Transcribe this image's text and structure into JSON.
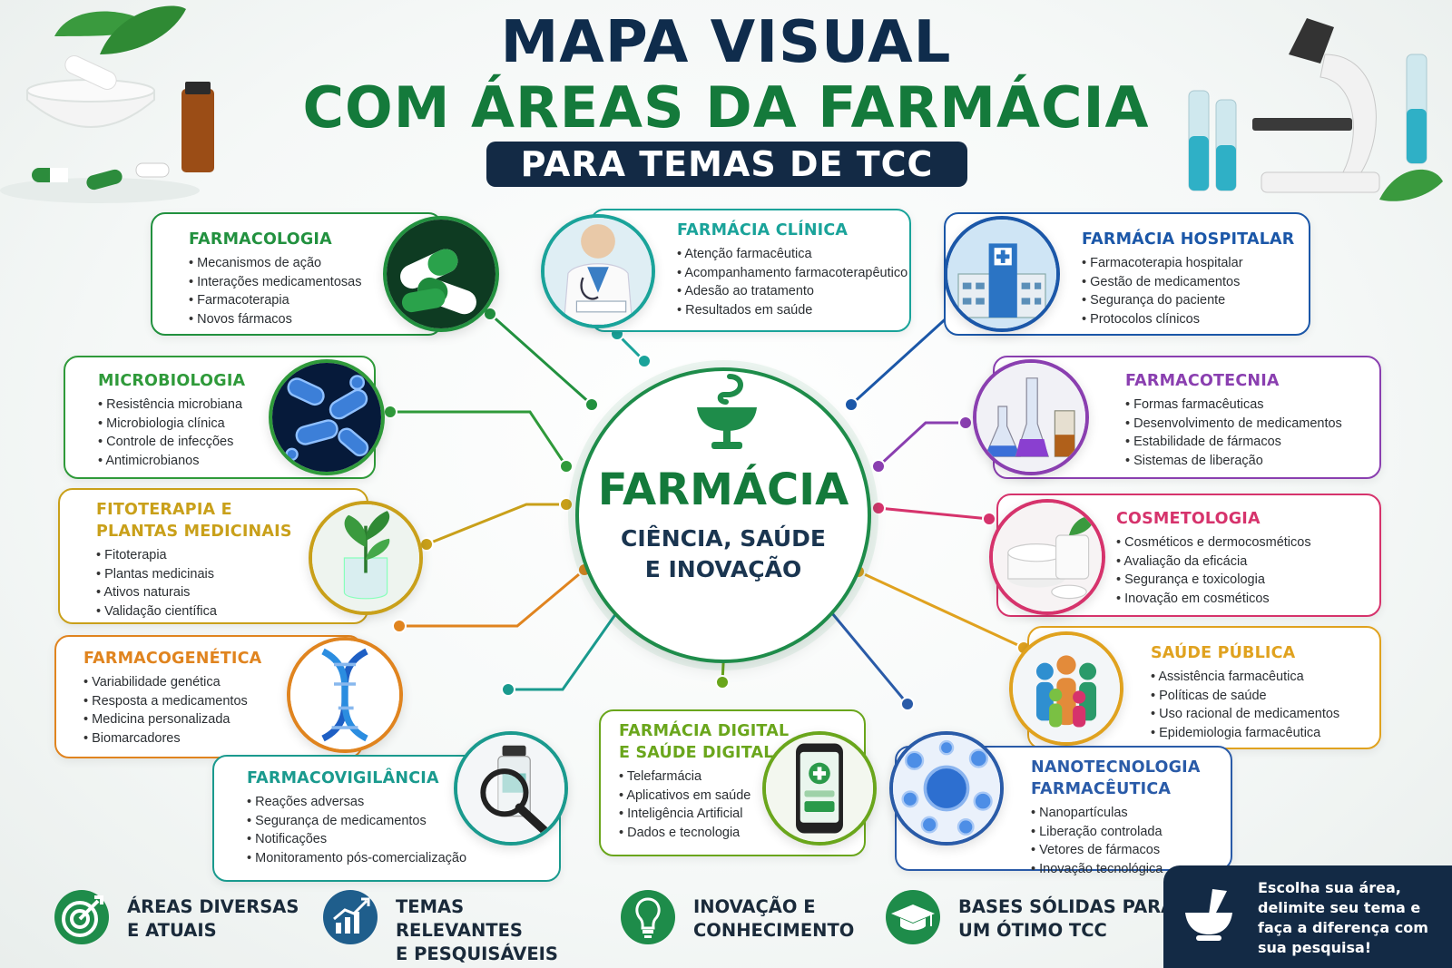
{
  "title_line1": "MAPA VISUAL",
  "title_line2": "COM ÁREAS DA FARMÁCIA",
  "subtitle": "PARA TEMAS DE TCC",
  "hub": {
    "title": "FARMÁCIA",
    "subtitle_line1": "CIÊNCIA, SAÚDE",
    "subtitle_line2": "E INOVAÇÃO"
  },
  "areas": [
    {
      "title": [
        "FARMACOLOGIA"
      ],
      "items": [
        "Mecanismos de ação",
        "Interações medicamentosas",
        "Farmacoterapia",
        "Novos fármacos"
      ],
      "color": "#22913f",
      "icon": "capsules-icon"
    },
    {
      "title": [
        "FARMÁCIA CLÍNICA"
      ],
      "items": [
        "Atenção farmacêutica",
        "Acompanhamento farmacoterapêutico",
        "Adesão ao tratamento",
        "Resultados em saúde"
      ],
      "color": "#1aa39a",
      "icon": "pharmacist-icon"
    },
    {
      "title": [
        "FARMÁCIA HOSPITALAR"
      ],
      "items": [
        "Farmacoterapia hospitalar",
        "Gestão de medicamentos",
        "Segurança do paciente",
        "Protocolos clínicos"
      ],
      "color": "#1b57a8",
      "icon": "hospital-icon"
    },
    {
      "title": [
        "MICROBIOLOGIA"
      ],
      "items": [
        "Resistência microbiana",
        "Microbiologia clínica",
        "Controle de infecções",
        "Antimicrobianos"
      ],
      "color": "#2f9a3a",
      "icon": "bacteria-icon"
    },
    {
      "title": [
        "FARMACOTECNIA"
      ],
      "items": [
        "Formas farmacêuticas",
        "Desenvolvimento de medicamentos",
        "Estabilidade de fármacos",
        "Sistemas de liberação"
      ],
      "color": "#8a3fb0",
      "icon": "flasks-icon"
    },
    {
      "title": [
        "FITOTERAPIA E",
        "PLANTAS MEDICINAIS"
      ],
      "items": [
        "Fitoterapia",
        "Plantas medicinais",
        "Ativos naturais",
        "Validação científica"
      ],
      "color": "#c9a01a",
      "icon": "plant-icon"
    },
    {
      "title": [
        "COSMETOLOGIA"
      ],
      "items": [
        "Cosméticos e dermocosméticos",
        "Avaliação da eficácia",
        "Segurança e toxicologia",
        "Inovação em cosméticos"
      ],
      "color": "#d6336c",
      "icon": "cosmetics-icon"
    },
    {
      "title": [
        "FARMACOGENÉTICA"
      ],
      "items": [
        "Variabilidade genética",
        "Resposta a medicamentos",
        "Medicina personalizada",
        "Biomarcadores"
      ],
      "color": "#e0841f",
      "icon": "dna-icon"
    },
    {
      "title": [
        "SAÚDE PÚBLICA"
      ],
      "items": [
        "Assistência farmacêutica",
        "Políticas de saúde",
        "Uso racional de medicamentos",
        "Epidemiologia farmacêutica"
      ],
      "color": "#e0a21f",
      "icon": "people-icon"
    },
    {
      "title": [
        "FARMACOVIGILÂNCIA"
      ],
      "items": [
        "Reações adversas",
        "Segurança de medicamentos",
        "Notificações",
        "Monitoramento pós-comercialização"
      ],
      "color": "#1a9a8e",
      "icon": "magnifier-vial-icon"
    },
    {
      "title": [
        "FARMÁCIA DIGITAL",
        "E SAÚDE DIGITAL"
      ],
      "items": [
        "Telefarmácia",
        "Aplicativos em saúde",
        "Inteligência Artificial",
        "Dados e tecnologia"
      ],
      "color": "#6aa61c",
      "icon": "smartphone-icon"
    },
    {
      "title": [
        "NANOTECNOLOGIA",
        "FARMACÊUTICA"
      ],
      "items": [
        "Nanopartículas",
        "Liberação controlada",
        "Vetores de fármacos",
        "Inovação tecnológica"
      ],
      "color": "#2a5ba8",
      "icon": "nanoparticle-icon"
    }
  ],
  "features": [
    {
      "lines": [
        "ÁREAS DIVERSAS",
        "E ATUAIS"
      ],
      "icon": "target-icon",
      "color": "#1e8c4a"
    },
    {
      "lines": [
        "TEMAS RELEVANTES",
        "E PESQUISÁVEIS"
      ],
      "icon": "growth-chart-icon",
      "color": "#1f5e8c"
    },
    {
      "lines": [
        "INOVAÇÃO E",
        "CONHECIMENTO"
      ],
      "icon": "lightbulb-icon",
      "color": "#1e8c4a"
    },
    {
      "lines": [
        "BASES SÓLIDAS PARA",
        "UM ÓTIMO TCC"
      ],
      "icon": "graduation-cap-icon",
      "color": "#1e8c4a"
    }
  ],
  "cta": {
    "lines": [
      "Escolha sua área,",
      "delimite seu tema e",
      "faça a diferença com",
      "sua pesquisa!"
    ],
    "icon": "mortar-pestle-icon"
  },
  "hub_icon": "bowl-of-hygieia-icon"
}
